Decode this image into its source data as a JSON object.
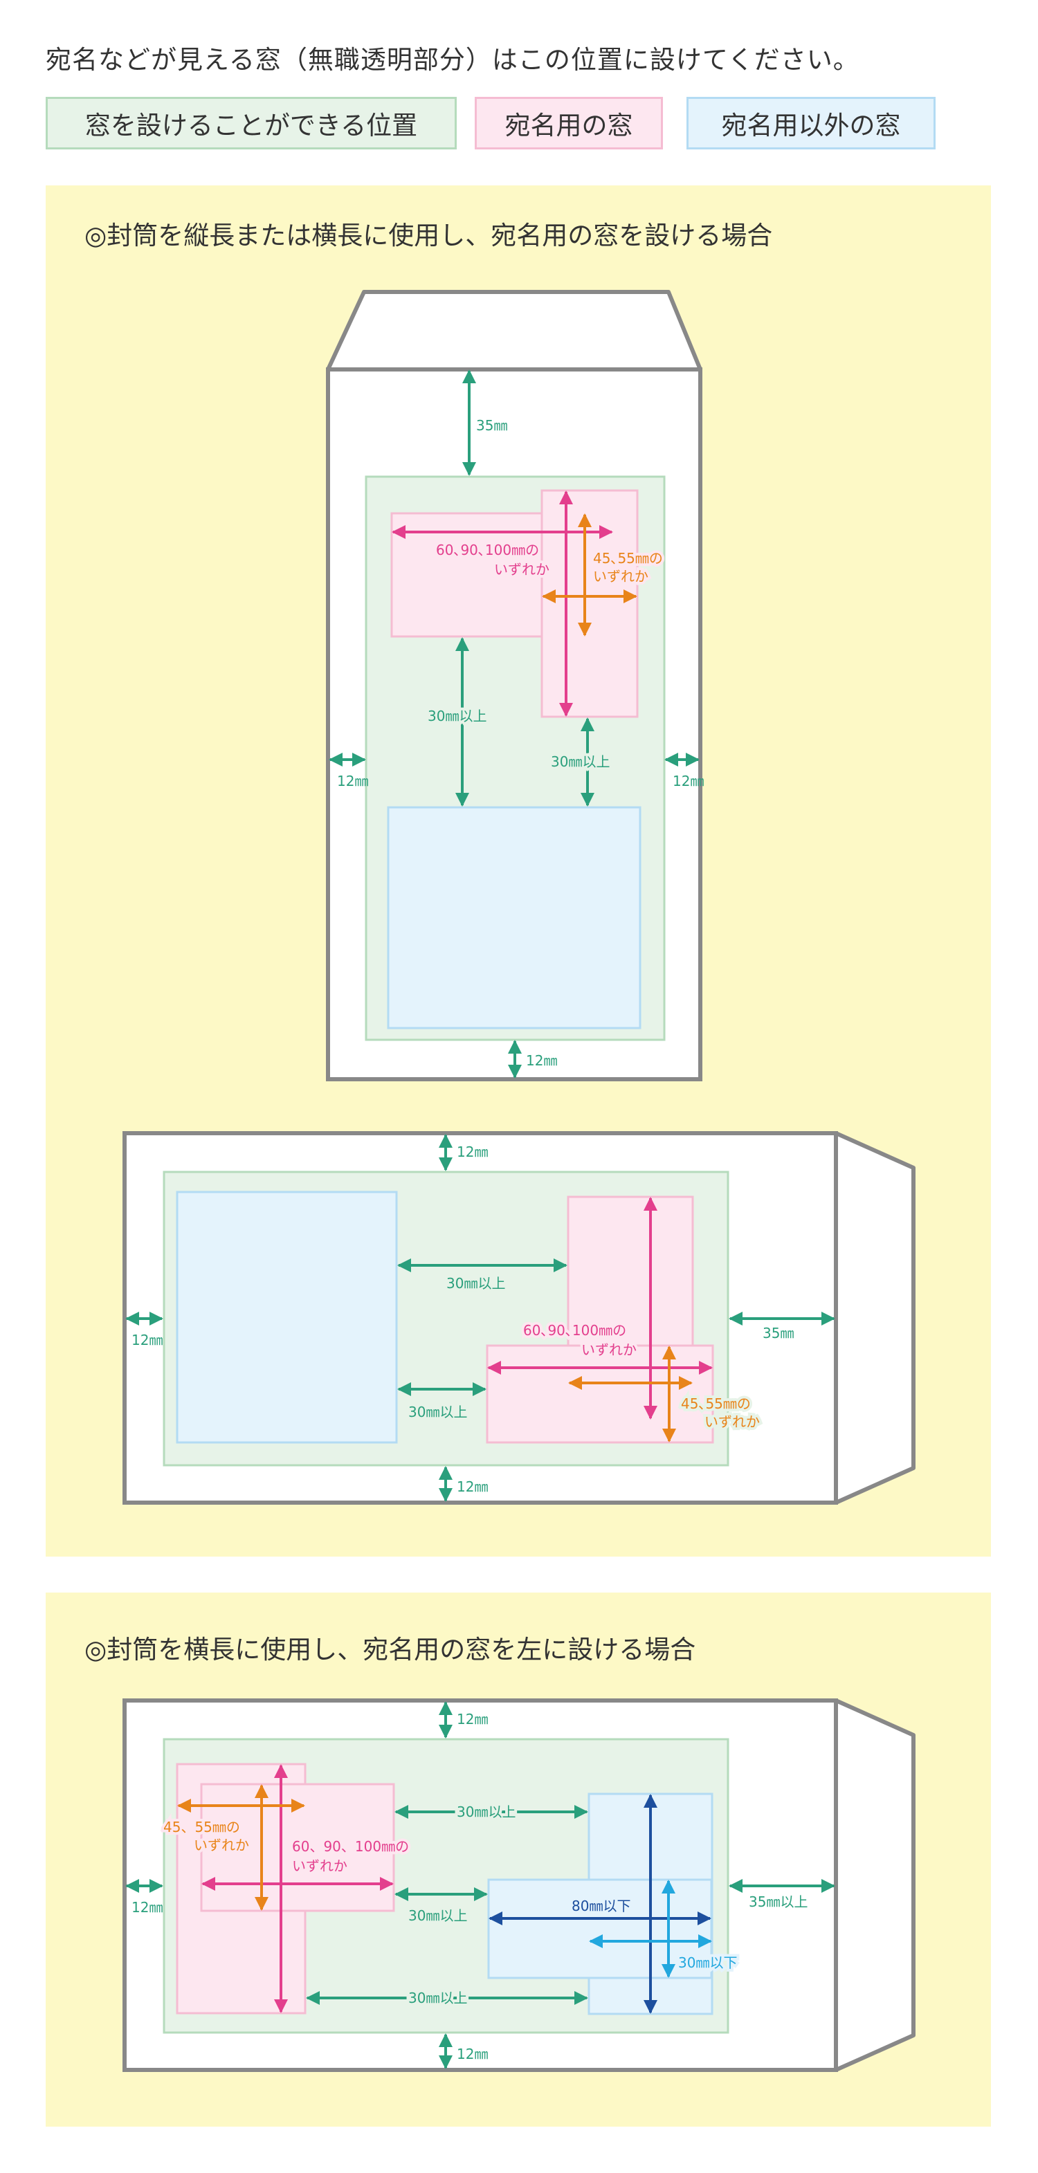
{
  "heading": "宛名などが見える窓（無職透明部分）はこの位置に設けてください。",
  "legend": {
    "allowed_area": "窓を設けることができる位置",
    "address_window": "宛名用の窓",
    "other_window": "宛名用以外の窓"
  },
  "sections": [
    {
      "title": "◎封筒を縦長または横長に使用し、宛名用の窓を設ける場合"
    },
    {
      "title": "◎封筒を横長に使用し、宛名用の窓を左に設ける場合"
    }
  ],
  "labels": {
    "mm12": "12㎜",
    "mm35": "35㎜",
    "min30": "30㎜以上",
    "min35": "35㎜以上",
    "len_options": "60､90､100㎜の",
    "width_options": "45､55㎜の",
    "width_options_b": "45、55㎜の",
    "len_options_b": "60、90、100㎜の",
    "either": "いずれか",
    "max80": "80㎜以下",
    "max30": "30㎜以下"
  },
  "colors": {
    "panel": "#fdf9c6",
    "allowed_area": "#e7f3e8",
    "address_window": "#fde7f0",
    "other_window": "#e4f3fc",
    "arrow_teal": "#2a9f7c",
    "arrow_pink": "#e33f8d",
    "arrow_orange": "#e8841a",
    "arrow_navy": "#1d4f9e",
    "arrow_cyan": "#22a7de"
  }
}
